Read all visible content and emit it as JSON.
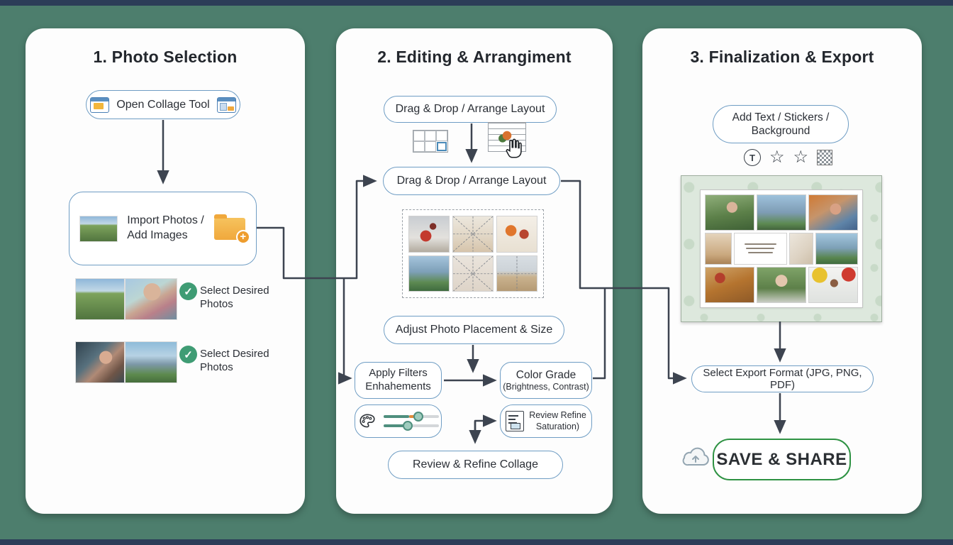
{
  "colors": {
    "background": "#4d7e6d",
    "edge_strip": "#2c3d58",
    "box_border_blue": "#6f9dc4",
    "arrow": "#3d4450",
    "check_green": "#3f9c74",
    "save_border_green": "#2e9243",
    "folder_orange": "#f0a83c"
  },
  "icons": {
    "check": "✓",
    "plus": "+",
    "star": "☆",
    "text_tool": "T"
  },
  "panel1": {
    "title": "1. Photo Selection",
    "open_tool_label": "Open Collage Tool",
    "import_line1": "Import Photos /",
    "import_line2": "Add Images",
    "select_row1_line1": "Select Desired",
    "select_row1_line2": "Photos",
    "select_row2_line1": "Select Desired",
    "select_row2_line2": "Photos"
  },
  "panel2": {
    "title": "2. Editing & Arrangiment",
    "drag_top_label": "Drag & Drop / Arrange Layout",
    "drag_main_label": "Drag & Drop / Arrange Layout",
    "adjust_label": "Adjust Photo Placement & Size",
    "filters_line1": "Apply Filters",
    "filters_line2": "Enhahements",
    "grade_line1": "Color Grade",
    "grade_line2": "(Brightness, Contrast)",
    "refine_small_line1": "Review  Refine",
    "refine_small_line2": "Saturation)",
    "review_label": "Review & Refine Collage"
  },
  "panel3": {
    "title": "3. Finalization & Export",
    "add_line1": "Add Text / Stickers /",
    "add_line2": "Background",
    "export_label": "Select Export Format (JPG, PNG, PDF)",
    "save_label": "SAVE & SHARE"
  }
}
